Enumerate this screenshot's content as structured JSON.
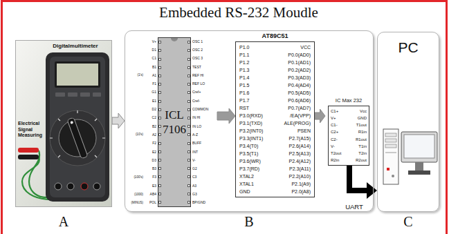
{
  "diagram": {
    "title": "Embedded RS-232 Moudle",
    "nodes": [
      {
        "text": [
          "Digitalmultimeter",
          "Electrical Signal Measuring",
          "A"
        ]
      },
      {
        "text": [
          "B"
        ]
      },
      {
        "text": [
          "ICL 7106"
        ],
        "in": 1
      },
      {
        "text": [
          "AT89C51"
        ],
        "in": 1
      },
      {
        "text": [
          "IC Max 232"
        ],
        "in": 1
      },
      {
        "text": [
          "PC",
          "C"
        ]
      }
    ],
    "edges": [
      {
        "from": 0,
        "to": 1,
        "arrow": "to"
      },
      {
        "from": 2,
        "to": 3,
        "arrow": "to"
      },
      {
        "from": 3,
        "to": 4,
        "arrow": "to"
      },
      {
        "from": 4,
        "to": 5,
        "label": "UART",
        "arrow": "to"
      }
    ],
    "labels": [
      "V+",
      "D1",
      "C1",
      "B1",
      "A1",
      "F1",
      "G1",
      "E1",
      "D2",
      "C2",
      "B2",
      "A2",
      "F2",
      "E2",
      "D3",
      "B3",
      "F3",
      "E3",
      "AB4",
      "POL",
      "OSC 1",
      "OSC 2",
      "OSC 3",
      "TEST",
      "REF HI",
      "REF LO",
      "Cref+",
      "Cref-",
      "COMMON",
      "IN HI",
      "IN LO",
      "A-Z",
      "BUFF",
      "INT",
      "V-",
      "G2",
      "C3",
      "A3",
      "G3",
      "BP/GND",
      "(1's)",
      "(10's)",
      "(100's)",
      "(1000)",
      "(MINUS)",
      "P1.0",
      "P1.1",
      "P1.2",
      "P1.3",
      "P1.4",
      "P1.5",
      "P1.6",
      "P1.7",
      "RST",
      "P3.0(RXD)",
      "P3.1(TXD)",
      "P3.2(INT0)",
      "P3.3(INT1)",
      "P3.4(T0)",
      "P3.5(T1)",
      "P3.6(WR)",
      "P3.7(RD)",
      "XTAL2",
      "XTAL1",
      "GND",
      "VCC",
      "P0.0(AD0)",
      "P0.1(AD1)",
      "P0.2(AD2)",
      "P0.3(AD3)",
      "P0.4(AD4)",
      "P0.5(AD5)",
      "P0.6(AD6)",
      "P0.7(AD7)",
      "/EA(VPP)",
      "ALE(PROG)",
      "PSEN",
      "P2.7(A15)",
      "P2.6(A14)",
      "P2.5(A13)",
      "P2.4(A12)",
      "P2.3(A11)",
      "P2.2(A10)",
      "P2.1(A9)",
      "P2.0(A8)",
      "C1+",
      "V+",
      "C1-",
      "C2+",
      "C2-",
      "V-",
      "T2out",
      "R2in",
      "Vcc",
      "GND",
      "T1out",
      "R1in",
      "R1out",
      "T1in",
      "T2in",
      "R2out"
    ]
  }
}
